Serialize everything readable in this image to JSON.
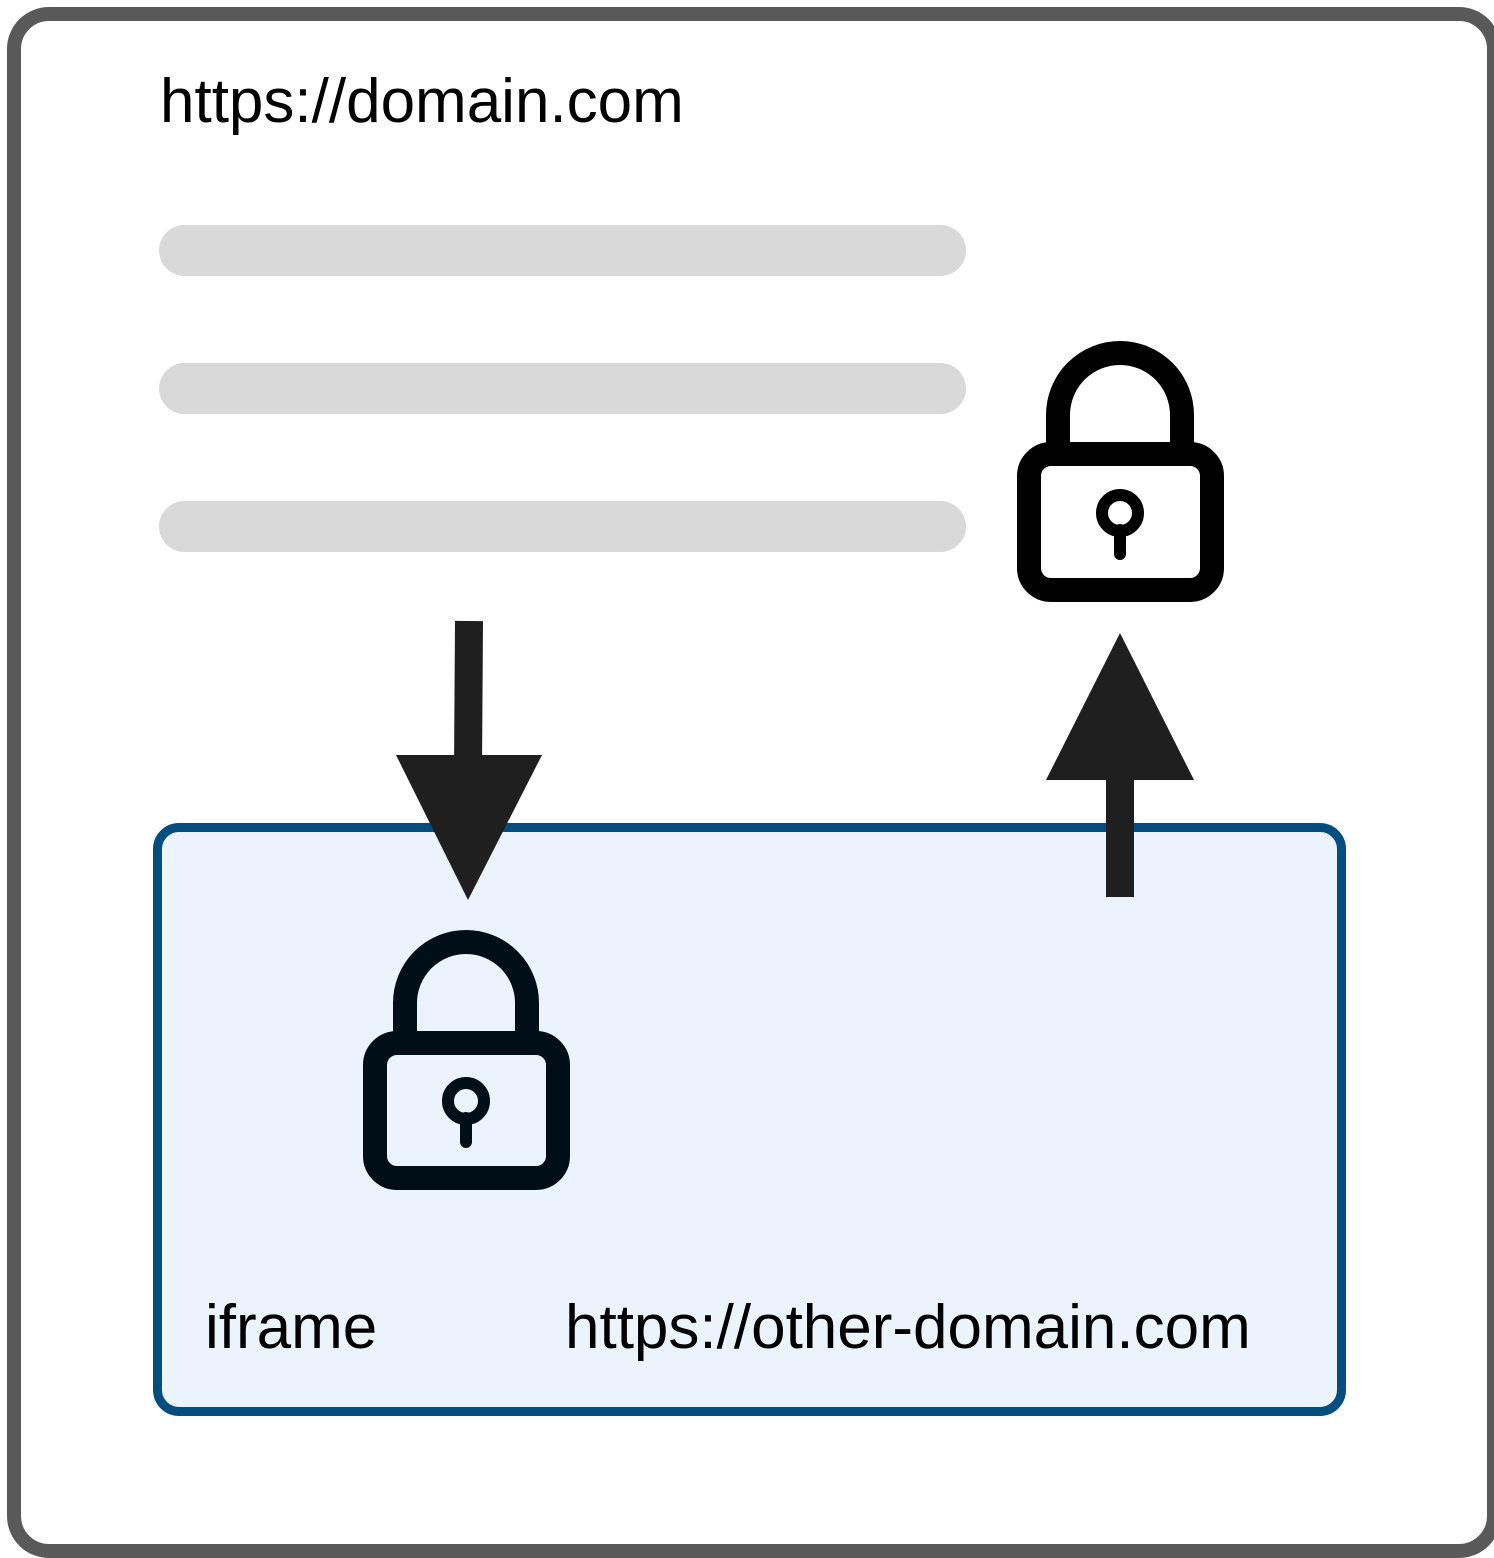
{
  "outer_page": {
    "url": "https://domain.com"
  },
  "iframe": {
    "label": "iframe",
    "url": "https://other-domain.com"
  },
  "icons": {
    "outer_lock": "lock-icon",
    "iframe_lock": "lock-icon",
    "down_arrow": "arrow-down-icon",
    "up_arrow": "arrow-up-icon"
  },
  "colors": {
    "frame_border": "#595959",
    "placeholder_bar": "#d9d9d9",
    "iframe_border": "#034e7f",
    "iframe_fill": "#ebf4fd",
    "arrow": "#1f1f1f",
    "lock": "#000000",
    "iframe_lock": "#000e18"
  }
}
